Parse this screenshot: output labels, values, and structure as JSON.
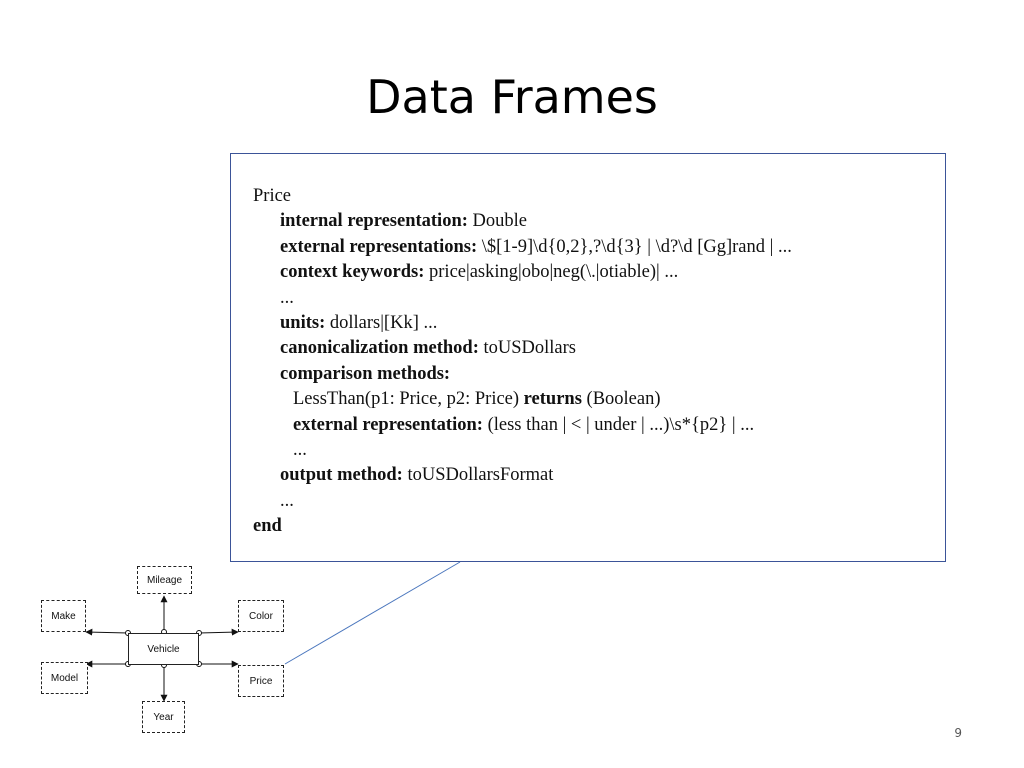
{
  "title": "Data Frames",
  "page_number": "9",
  "frame": {
    "name": "Price",
    "internal_label": "internal representation:",
    "internal_value": "Double",
    "external_label": "external representations:",
    "external_value": "\\$[1-9]\\d{0,2},?\\d{3} | \\d?\\d [Gg]rand | ...",
    "context_label": "context keywords:",
    "context_value": "price|asking|obo|neg(\\.|otiable)| ...",
    "ellipsis": "...",
    "units_label": "units:",
    "units_value": "dollars|[Kk] ...",
    "canon_label": "canonicalization method:",
    "canon_value": "toUSDollars",
    "comparison_label": "comparison methods:",
    "method_sig": "LessThan(p1: Price, p2: Price)",
    "returns_label": "returns",
    "returns_value": "(Boolean)",
    "method_ext_label": "external representation:",
    "method_ext_value": "(less than | < | under | ...)\\s*{p2} | ...",
    "output_label": "output method:",
    "output_value": "toUSDollarsFormat",
    "end_label": "end"
  },
  "diagram": {
    "center": "Vehicle",
    "nodes": {
      "mileage": "Mileage",
      "make": "Make",
      "color": "Color",
      "model": "Model",
      "price": "Price",
      "year": "Year"
    }
  },
  "colors": {
    "frame_border": "#3b5498",
    "connector_line": "#4a76bd"
  }
}
